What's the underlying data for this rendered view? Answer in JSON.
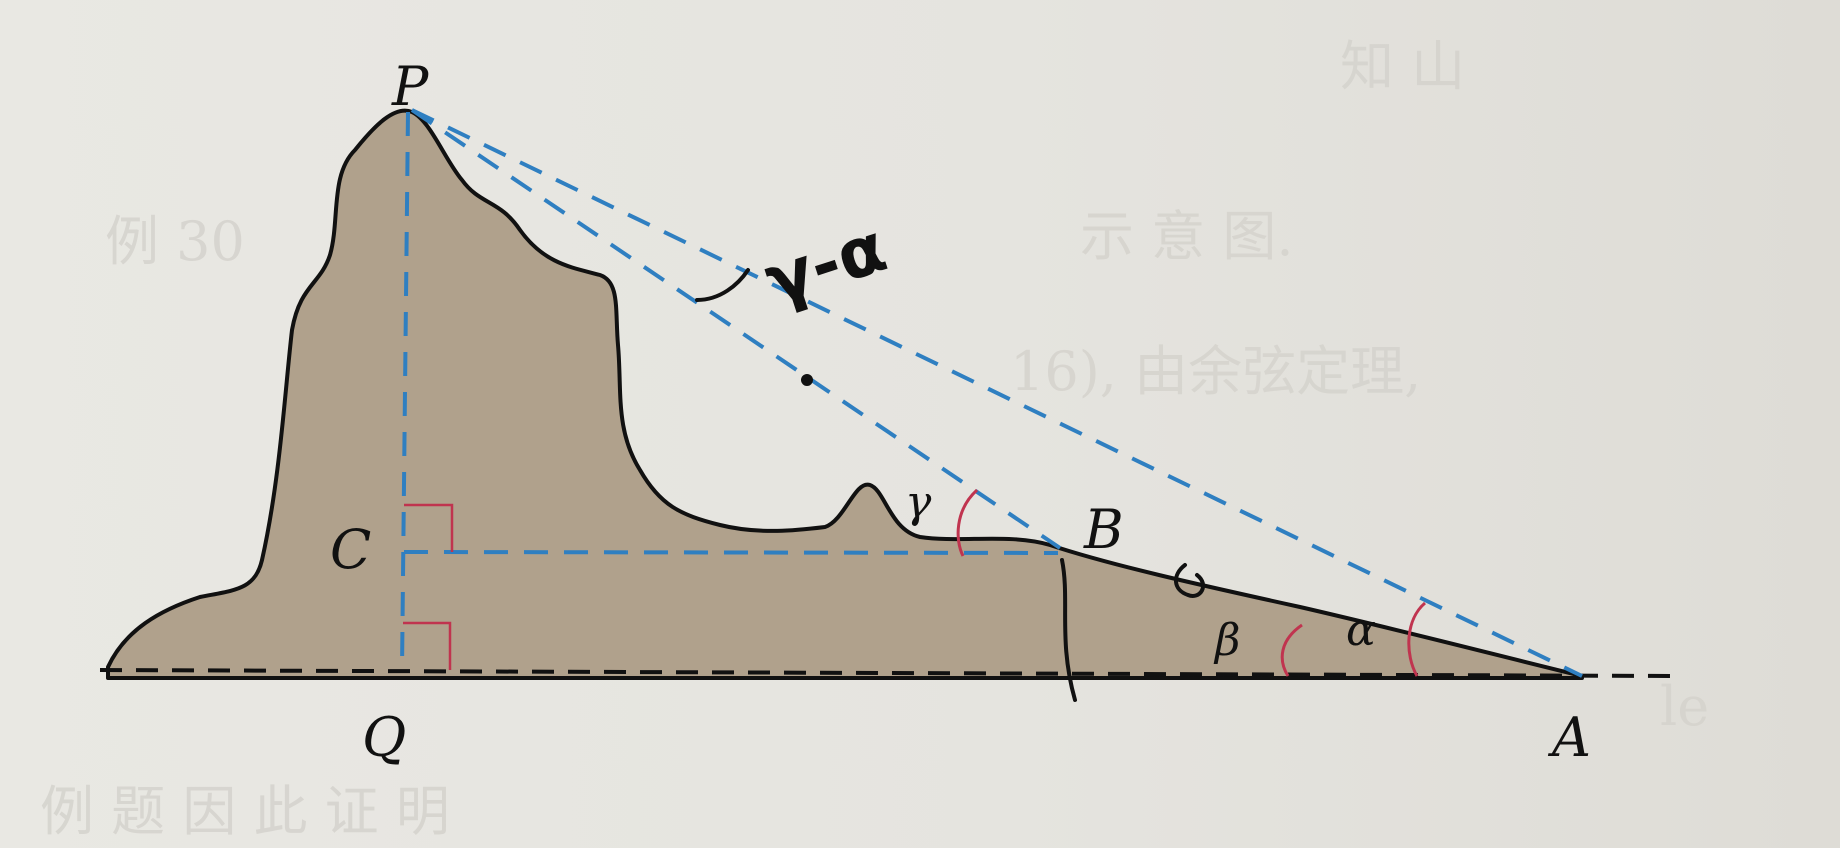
{
  "points": {
    "P": "P",
    "Q": "Q",
    "C": "C",
    "B": "B",
    "A": "A"
  },
  "angles": {
    "alpha": "α",
    "beta": "β",
    "gamma": "γ"
  },
  "annotation": {
    "handwritten_angle": "γ-α"
  },
  "colors": {
    "mountain_fill": "#b0a18c",
    "outline": "#111111",
    "guide_blue": "#2f7fc1",
    "angle_red": "#c0344f",
    "ground": "#111111"
  }
}
